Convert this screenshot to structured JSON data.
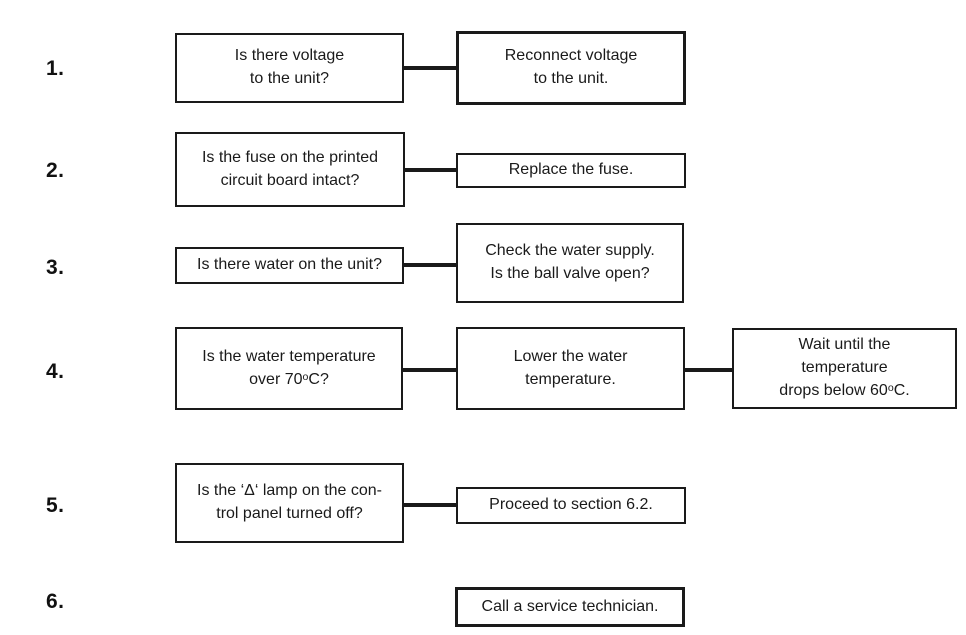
{
  "colors": {
    "ink": "#1a1a1a",
    "background": "#ffffff"
  },
  "rows": [
    {
      "number": "1.",
      "question": {
        "lines": [
          "Is there voltage",
          "to the unit?"
        ]
      },
      "actions": [
        {
          "lines": [
            "Reconnect voltage",
            "to the unit."
          ]
        }
      ]
    },
    {
      "number": "2.",
      "question": {
        "lines": [
          "Is the fuse on the printed",
          "circuit board intact?"
        ]
      },
      "actions": [
        {
          "lines": [
            "Replace the fuse."
          ]
        }
      ]
    },
    {
      "number": "3.",
      "question": {
        "lines": [
          "Is there water on the unit?"
        ]
      },
      "actions": [
        {
          "lines": [
            "Check the water supply.",
            "Is the ball valve open?"
          ]
        }
      ]
    },
    {
      "number": "4.",
      "question": {
        "lines": [
          "Is the water temperature",
          {
            "pre": "over 70",
            "sup": "o",
            "post": "C?"
          }
        ]
      },
      "actions": [
        {
          "lines": [
            "Lower the water",
            "temperature."
          ]
        },
        {
          "lines": [
            "Wait until the",
            "temperature",
            {
              "pre": "drops below 60",
              "sup": "o",
              "post": "C."
            }
          ]
        }
      ]
    },
    {
      "number": "5.",
      "question": {
        "lines": [
          "Is the ‘Δ‘ lamp on the con-",
          "trol panel turned off?"
        ]
      },
      "actions": [
        {
          "lines": [
            "Proceed to section 6.2."
          ]
        }
      ]
    },
    {
      "number": "6.",
      "actions": [
        {
          "lines": [
            "Call a service technician."
          ]
        }
      ]
    }
  ]
}
